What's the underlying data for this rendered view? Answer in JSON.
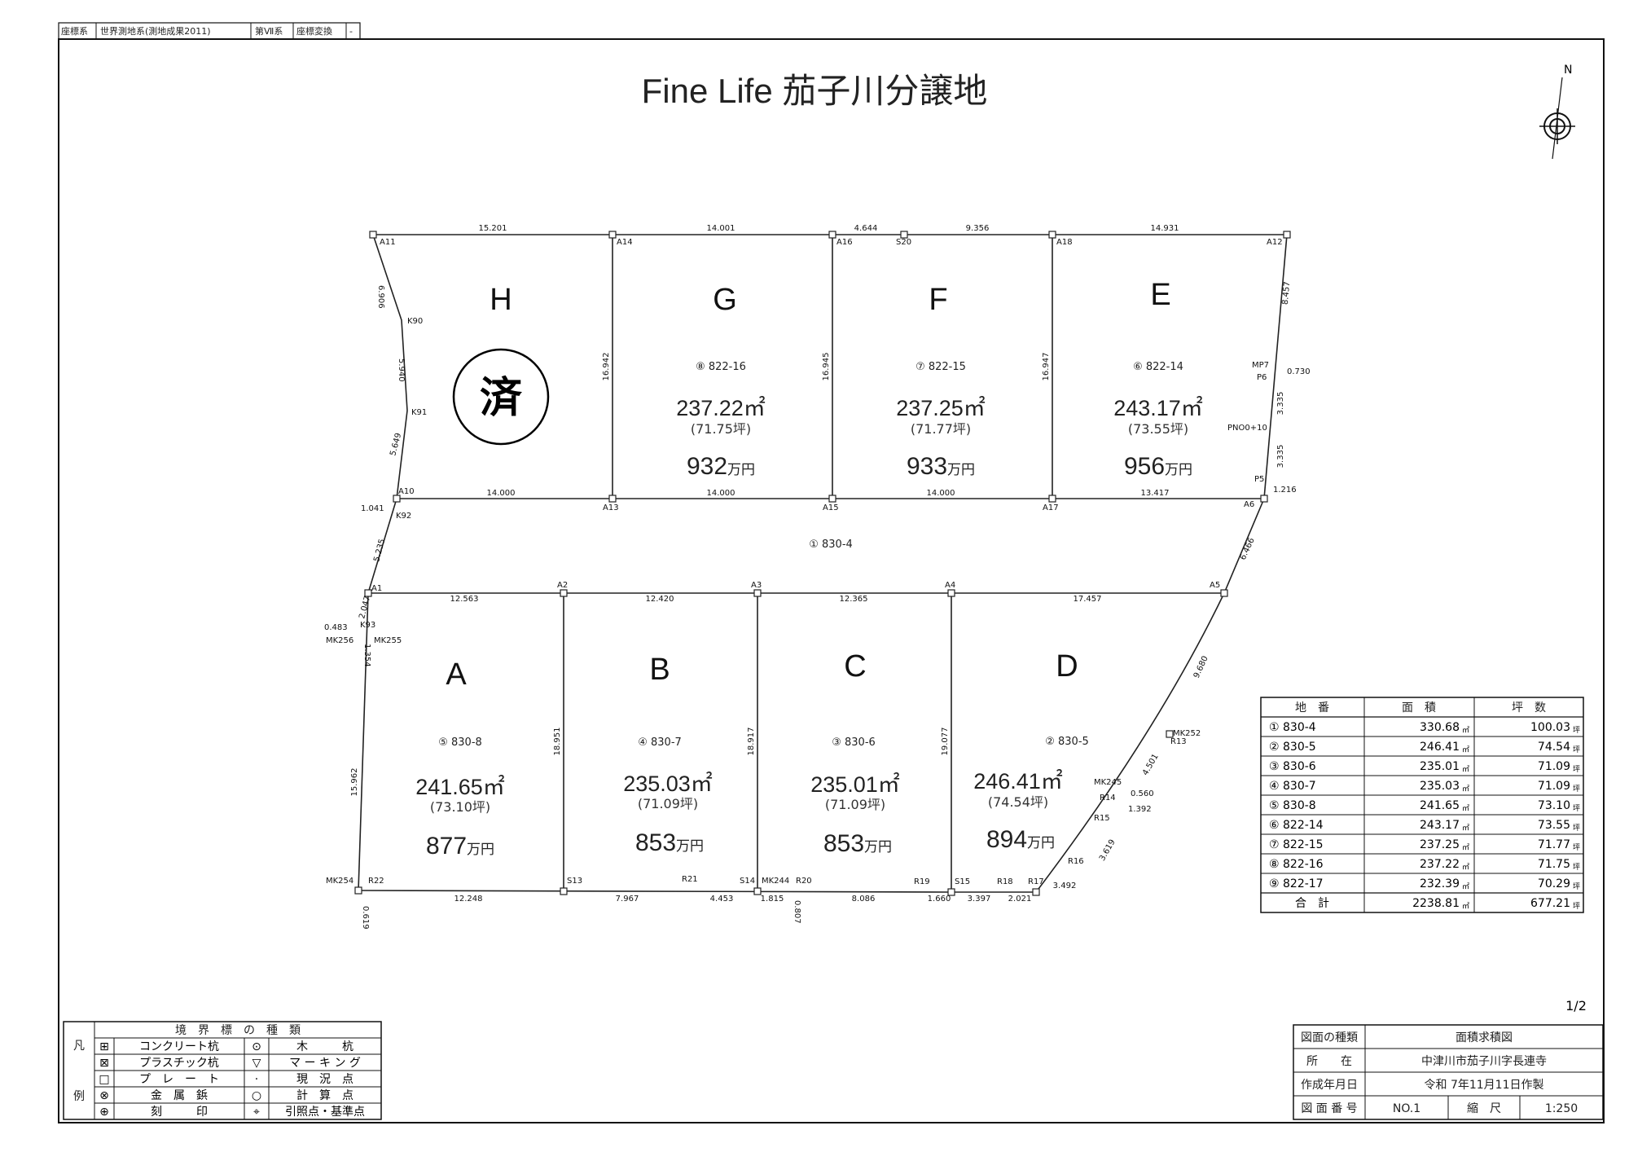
{
  "header_strip": [
    "座標系",
    "世界測地系(測地成果2011)",
    "第Ⅶ系",
    "座標変換",
    "-"
  ],
  "title": "Fine Life 茄子川分譲地",
  "north_label": "N",
  "sold_mark": "済",
  "road": {
    "code": "① 830-4"
  },
  "lots": [
    {
      "letter": "H",
      "code": "",
      "area": "",
      "tsubo": "",
      "price": "",
      "unit": "",
      "sold": true
    },
    {
      "letter": "G",
      "code": "⑧ 822-16",
      "area": "237.22㎡",
      "tsubo": "(71.75坪)",
      "price": "932",
      "unit": "万円"
    },
    {
      "letter": "F",
      "code": "⑦ 822-15",
      "area": "237.25㎡",
      "tsubo": "(71.77坪)",
      "price": "933",
      "unit": "万円"
    },
    {
      "letter": "E",
      "code": "⑥ 822-14",
      "area": "243.17㎡",
      "tsubo": "(73.55坪)",
      "price": "956",
      "unit": "万円"
    },
    {
      "letter": "A",
      "code": "⑤ 830-8",
      "area": "241.65㎡",
      "tsubo": "(73.10坪)",
      "price": "877",
      "unit": "万円"
    },
    {
      "letter": "B",
      "code": "④ 830-7",
      "area": "235.03㎡",
      "tsubo": "(71.09坪)",
      "price": "853",
      "unit": "万円"
    },
    {
      "letter": "C",
      "code": "③ 830-6",
      "area": "235.01㎡",
      "tsubo": "(71.09坪)",
      "price": "853",
      "unit": "万円"
    },
    {
      "letter": "D",
      "code": "② 830-5",
      "area": "246.41㎡",
      "tsubo": "(74.54坪)",
      "price": "894",
      "unit": "万円"
    }
  ],
  "dims": {
    "top": [
      "15.201",
      "14.001",
      "4.644",
      "9.356",
      "14.931"
    ],
    "mid": [
      "14.000",
      "14.000",
      "14.000",
      "13.417"
    ],
    "lower_top": [
      "12.563",
      "12.420",
      "12.365",
      "17.457"
    ],
    "bottom": [
      "12.248",
      "7.967",
      "4.453",
      "1.815",
      "8.086",
      "1.660",
      "3.397",
      "2.021",
      "3.492"
    ],
    "upper_verticals": [
      "16.942",
      "16.945",
      "16.947"
    ],
    "lower_verticals": [
      "18.951",
      "18.917",
      "19.077"
    ],
    "left_side": [
      "6.906",
      "5.940",
      "5.649",
      "1.041",
      "5.235",
      "2.047",
      "0.483",
      "1.354",
      "15.962",
      "0.619"
    ],
    "right_side": [
      "8.457",
      "0.730",
      "3.335",
      "3.335",
      "1.216",
      "6.466",
      "9.680",
      "4.501",
      "0.560",
      "1.392",
      "3.619",
      "0.807"
    ]
  },
  "points": [
    "A11",
    "A14",
    "A16",
    "S20",
    "A18",
    "A12",
    "K90",
    "MP7",
    "P6",
    "K91",
    "PNO0+10",
    "A10",
    "A13",
    "A15",
    "A17",
    "P5",
    "A6",
    "K92",
    "A1",
    "A2",
    "A3",
    "A4",
    "A5",
    "K93",
    "MK256",
    "MK255",
    "MK252",
    "R13",
    "MK245",
    "R14",
    "R15",
    "R16",
    "MK254",
    "R22",
    "S13",
    "R21",
    "S14",
    "MK244",
    "R20",
    "R19",
    "S15",
    "R18",
    "R17"
  ],
  "area_table": {
    "headers": [
      "地　番",
      "面　積",
      "坪　数"
    ],
    "rows": [
      [
        "① 830-4",
        "330.68",
        "100.03"
      ],
      [
        "② 830-5",
        "246.41",
        "74.54"
      ],
      [
        "③ 830-6",
        "235.01",
        "71.09"
      ],
      [
        "④ 830-7",
        "235.03",
        "71.09"
      ],
      [
        "⑤ 830-8",
        "241.65",
        "73.10"
      ],
      [
        "⑥ 822-14",
        "243.17",
        "73.55"
      ],
      [
        "⑦ 822-15",
        "237.25",
        "71.77"
      ],
      [
        "⑧ 822-16",
        "237.22",
        "71.75"
      ],
      [
        "⑨ 822-17",
        "232.39",
        "70.29"
      ]
    ],
    "total": [
      "合　計",
      "2238.81",
      "677.21"
    ],
    "unit_area": "㎡",
    "unit_tsubo": "坪"
  },
  "legend": {
    "title": "境　界　標　の　種　類",
    "side": [
      "凡",
      "例"
    ],
    "items": [
      [
        "⊞",
        "コンクリート杭",
        "⊙",
        "木　　　杭"
      ],
      [
        "⊠",
        "プラスチック杭",
        "▽",
        "マ ー キ ン グ"
      ],
      [
        "□",
        "プ　レ　ー　ト",
        "·",
        "現　況　点"
      ],
      [
        "⊗",
        "金　属　鋲",
        "○",
        "計　算　点"
      ],
      [
        "⊕",
        "刻　　　印",
        "⌖",
        "引照点・基準点"
      ]
    ]
  },
  "page_number": "1/2",
  "info_table": [
    [
      "図面の種類",
      "面積求積図"
    ],
    [
      "所　　在",
      "中津川市茄子川字長連寺"
    ],
    [
      "作成年月日",
      "令和 7年11月11日作製"
    ]
  ],
  "info_last": [
    "図 面 番 号",
    "NO.1",
    "縮　尺",
    "1:250"
  ]
}
